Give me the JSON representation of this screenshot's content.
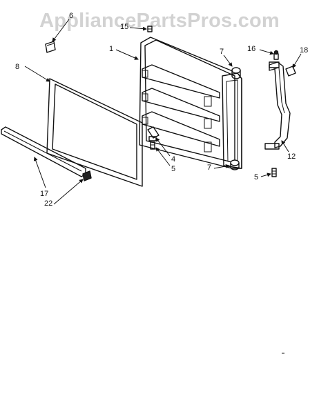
{
  "watermark": "AppliancePartsPros.com",
  "callouts": {
    "c6": "6",
    "c15": "15",
    "c1": "1",
    "c7_top": "7",
    "c16": "16",
    "c18": "18",
    "c8": "8",
    "c4": "4",
    "c5_mid": "5",
    "c12": "12",
    "c7_bottom": "7",
    "c5_right": "5",
    "c17": "17",
    "c22": "22"
  },
  "colors": {
    "line": "#111111",
    "watermark": "#d2d2d2",
    "background": "#ffffff"
  }
}
